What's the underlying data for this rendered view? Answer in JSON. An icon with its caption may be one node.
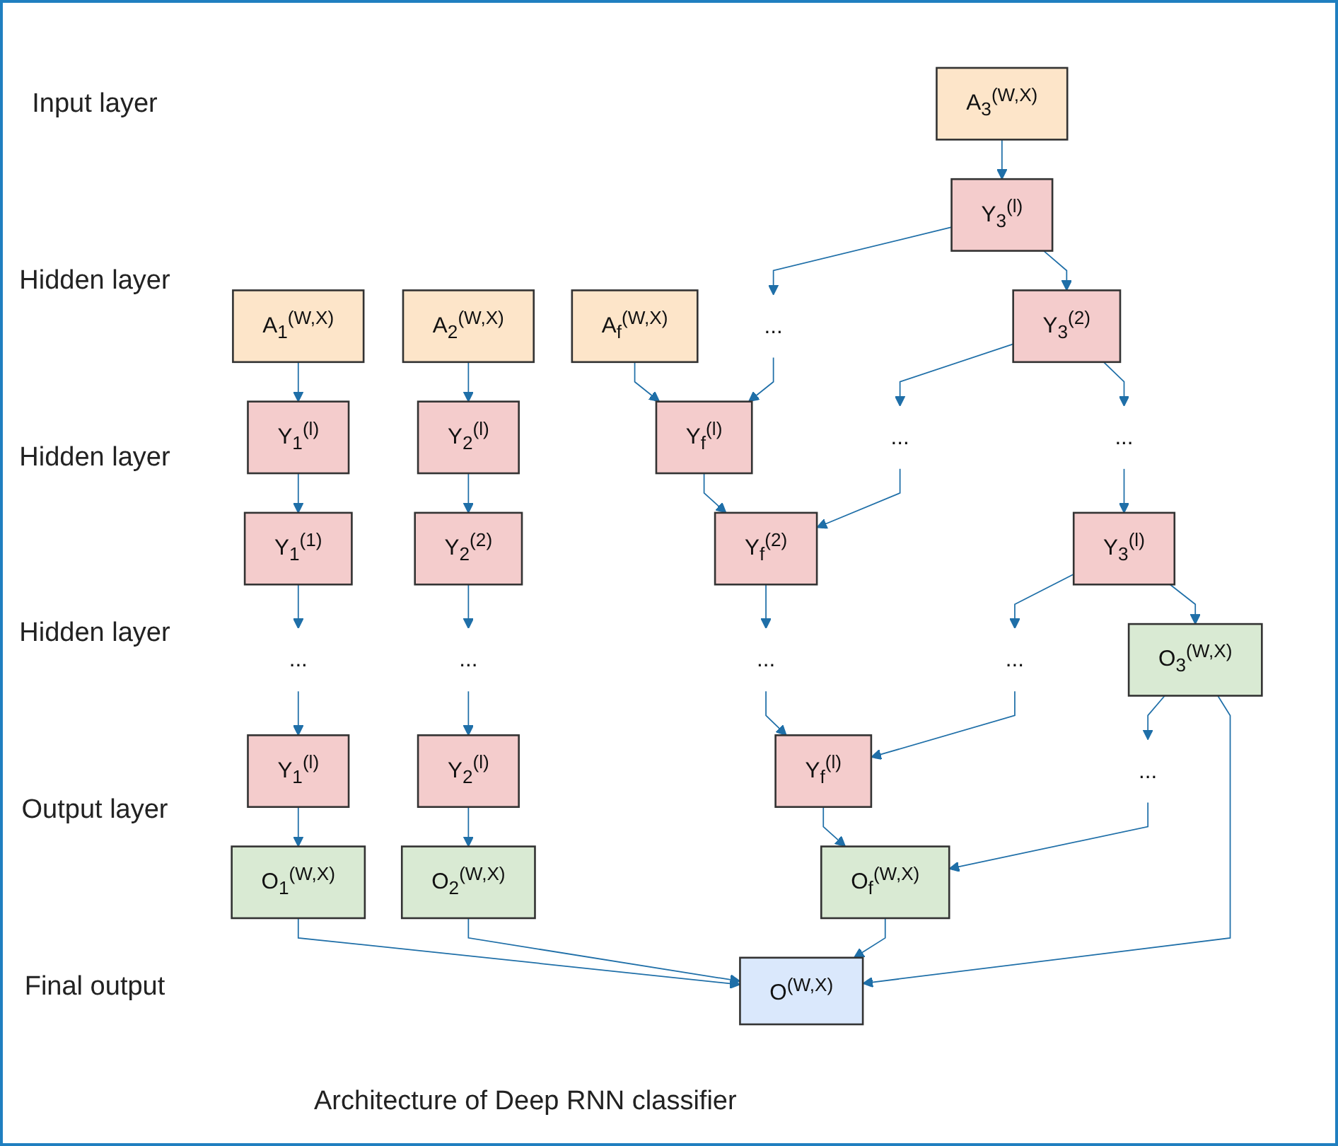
{
  "diagram": {
    "caption": "Architecture of Deep RNN classifier",
    "nodes": [
      {
        "text": [
          "A$_{1}$$^{(W,X)}$"
        ]
      },
      {
        "text": [
          "A$_{2}$$^{(W,X)}$"
        ]
      },
      {
        "text": [
          "A$_{3}$$^{(W,X)}$"
        ]
      },
      {
        "text": [
          "A$_{f}$$^{(W,X)}$"
        ]
      },
      {
        "text": [
          "Y$_{1}$$^{(l)}$"
        ]
      },
      {
        "text": [
          "Y$_{2}$$^{(l)}$"
        ]
      },
      {
        "text": [
          "Y$_{3}$$^{(l)}$"
        ]
      },
      {
        "text": [
          "..."
        ]
      },
      {
        "text": [
          "Y$_{f}$$^{(l)}$"
        ]
      },
      {
        "text": [
          "Y$_{1}$$^{(1)}$"
        ]
      },
      {
        "text": [
          "Y$_{2}$$^{(2)}$"
        ]
      },
      {
        "text": [
          "Y$_{3}$$^{(2)}$"
        ]
      },
      {
        "text": [
          "..."
        ]
      },
      {
        "text": [
          "Y$_{f}$$^{(2)}$"
        ]
      },
      {
        "text": [
          "..."
        ]
      },
      {
        "text": [
          "..."
        ]
      },
      {
        "text": [
          "..."
        ]
      },
      {
        "text": [
          "..."
        ]
      },
      {
        "text": [
          "Y$_{1}$$^{(l)}$"
        ]
      },
      {
        "text": [
          "Y$_{2}$$^{(l)}$"
        ]
      },
      {
        "text": [
          "Y$_{3}$$^{(l)}$"
        ]
      },
      {
        "text": [
          "..."
        ]
      },
      {
        "text": [
          "Y$_{f}$$^{(l)}$"
        ]
      },
      {
        "text": [
          "O$_{1}$$^{(W,X)}$"
        ]
      },
      {
        "text": [
          "O$_{2}$$^{(W,X)}$"
        ]
      },
      {
        "text": [
          "O$_{3}$$^{(W,X)}$"
        ]
      },
      {
        "text": [
          "..."
        ]
      },
      {
        "text": [
          "O$_{f}$$^{(W,X)}$"
        ]
      },
      {
        "text": [
          "O$^{(W,X)}$"
        ]
      }
    ],
    "edges": [
      {
        "from": 0,
        "to": 4,
        "arrow": "to"
      },
      {
        "from": 1,
        "to": 5,
        "arrow": "to"
      },
      {
        "from": 2,
        "to": 6,
        "arrow": "to"
      },
      {
        "from": 3,
        "to": 8,
        "arrow": "to"
      },
      {
        "from": 6,
        "to": 7,
        "arrow": "to"
      },
      {
        "from": 7,
        "to": 8,
        "arrow": "to"
      },
      {
        "from": 4,
        "to": 9,
        "arrow": "to"
      },
      {
        "from": 5,
        "to": 10,
        "arrow": "to"
      },
      {
        "from": 6,
        "to": 11,
        "arrow": "to"
      },
      {
        "from": 8,
        "to": 13,
        "arrow": "to"
      },
      {
        "from": 11,
        "to": 12,
        "arrow": "to"
      },
      {
        "from": 12,
        "to": 13,
        "arrow": "to"
      },
      {
        "from": 9,
        "to": 14,
        "arrow": "to"
      },
      {
        "from": 10,
        "to": 15,
        "arrow": "to"
      },
      {
        "from": 11,
        "to": 16,
        "arrow": "to"
      },
      {
        "from": 13,
        "to": 17,
        "arrow": "to"
      },
      {
        "from": 14,
        "to": 18,
        "arrow": "to"
      },
      {
        "from": 15,
        "to": 19,
        "arrow": "to"
      },
      {
        "from": 16,
        "to": 20,
        "arrow": "to"
      },
      {
        "from": 17,
        "to": 22,
        "arrow": "to"
      },
      {
        "from": 20,
        "to": 21,
        "arrow": "to"
      },
      {
        "from": 21,
        "to": 22,
        "arrow": "to"
      },
      {
        "from": 18,
        "to": 23,
        "arrow": "to"
      },
      {
        "from": 19,
        "to": 24,
        "arrow": "to"
      },
      {
        "from": 20,
        "to": 25,
        "arrow": "to"
      },
      {
        "from": 22,
        "to": 27,
        "arrow": "to"
      },
      {
        "from": 25,
        "to": 26,
        "arrow": "to"
      },
      {
        "from": 26,
        "to": 27,
        "arrow": "to"
      },
      {
        "from": 23,
        "to": 28,
        "arrow": "to"
      },
      {
        "from": 24,
        "to": 28,
        "arrow": "to"
      },
      {
        "from": 25,
        "to": 28,
        "arrow": "to"
      },
      {
        "from": 27,
        "to": 28,
        "arrow": "to"
      }
    ],
    "labels": [
      "Input layer",
      "Hidden layer",
      "Hidden layer",
      "Hidden layer",
      "Output layer",
      "Final output"
    ]
  }
}
